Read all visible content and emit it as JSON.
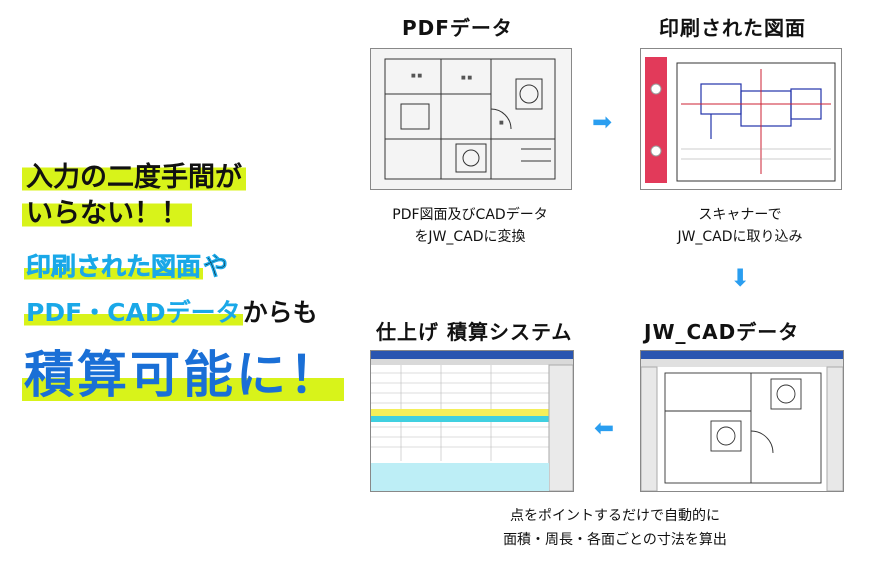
{
  "promo": {
    "line1": "入力の二度手間が",
    "line2": "いらない！！",
    "line3a": "印刷された図面",
    "line3b": "や",
    "line4a": "PDF・CADデータ",
    "line4b": "からも",
    "line5": "積算可能に！"
  },
  "steps": {
    "pdf": {
      "title": "PDFデータ",
      "caption1": "PDF図面及びCADデータ",
      "caption2": "をJW_CADに変換"
    },
    "printed": {
      "title": "印刷された図面",
      "caption1": "スキャナーで",
      "caption2": "JW_CADに取り込み"
    },
    "jwcad": {
      "title": "JW_CADデータ",
      "caption1": "点をポイントするだけで自動的に",
      "caption2": "面積・周長・各面ごとの寸法を算出"
    },
    "system": {
      "title": "仕上げ 積算システム"
    }
  },
  "colors": {
    "accent_blue": "#1a6fd6",
    "light_blue": "#1aa8e8",
    "highlight": "#d8f31a",
    "arrow": "#2a9ef0",
    "binder": "#e23a5a"
  }
}
